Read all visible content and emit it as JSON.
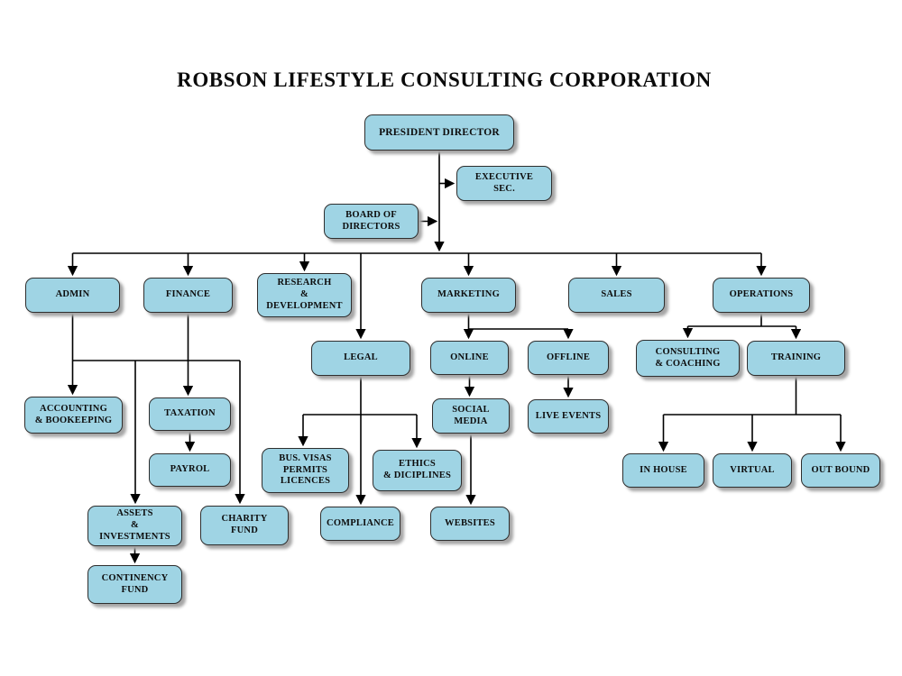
{
  "title": "ROBSON LIFESTYLE CONSULTING CORPORATION",
  "colors": {
    "box_fill": "#9fd4e4",
    "line": "#000000",
    "shadow": "#a6a6a6",
    "text": "#0d0d0d"
  },
  "nodes": {
    "president": {
      "label": "PRESIDENT DIRECTOR"
    },
    "exec_sec": {
      "label": "EXECUTIVE\nSEC."
    },
    "board": {
      "label": "BOARD OF\nDIRECTORS"
    },
    "admin": {
      "label": "ADMIN"
    },
    "finance": {
      "label": "FINANCE"
    },
    "rnd": {
      "label": "RESEARCH\n&\nDEVELOPMENT"
    },
    "marketing": {
      "label": "MARKETING"
    },
    "sales": {
      "label": "SALES"
    },
    "operations": {
      "label": "OPERATIONS"
    },
    "legal": {
      "label": "LEGAL"
    },
    "online": {
      "label": "ONLINE"
    },
    "offline": {
      "label": "OFFLINE"
    },
    "consulting": {
      "label": "CONSULTING\n& COACHING"
    },
    "training": {
      "label": "TRAINING"
    },
    "accounting": {
      "label": "ACCOUNTING\n& BOOKEEPING"
    },
    "taxation": {
      "label": "TAXATION"
    },
    "payrol": {
      "label": "PAYROL"
    },
    "social_media": {
      "label": "SOCIAL\nMEDIA"
    },
    "live_events": {
      "label": "LIVE EVENTS"
    },
    "bus_visas": {
      "label": "BUS. VISAS\nPERMITS\nLICENCES"
    },
    "ethics": {
      "label": "ETHICS\n& DICIPLINES"
    },
    "assets": {
      "label": "ASSETS\n&\nINVESTMENTS"
    },
    "charity": {
      "label": "CHARITY\nFUND"
    },
    "compliance": {
      "label": "COMPLIANCE"
    },
    "websites": {
      "label": "WEBSITES"
    },
    "continency": {
      "label": "CONTINENCY\nFUND"
    },
    "in_house": {
      "label": "IN HOUSE"
    },
    "virtual": {
      "label": "VIRTUAL"
    },
    "out_bound": {
      "label": "OUT BOUND"
    }
  },
  "structure": {
    "edges": [
      [
        "president",
        "exec_sec"
      ],
      [
        "president",
        "board"
      ],
      [
        "president",
        "admin"
      ],
      [
        "president",
        "finance"
      ],
      [
        "president",
        "rnd"
      ],
      [
        "president",
        "legal"
      ],
      [
        "president",
        "marketing"
      ],
      [
        "president",
        "sales"
      ],
      [
        "president",
        "operations"
      ],
      [
        "admin",
        "accounting"
      ],
      [
        "admin",
        "assets"
      ],
      [
        "admin",
        "charity"
      ],
      [
        "finance",
        "taxation"
      ],
      [
        "taxation",
        "payrol"
      ],
      [
        "assets",
        "continency"
      ],
      [
        "marketing",
        "online"
      ],
      [
        "marketing",
        "offline"
      ],
      [
        "online",
        "social_media"
      ],
      [
        "social_media",
        "websites"
      ],
      [
        "offline",
        "live_events"
      ],
      [
        "legal",
        "bus_visas"
      ],
      [
        "legal",
        "ethics"
      ],
      [
        "legal",
        "compliance"
      ],
      [
        "operations",
        "consulting"
      ],
      [
        "operations",
        "training"
      ],
      [
        "training",
        "in_house"
      ],
      [
        "training",
        "virtual"
      ],
      [
        "training",
        "out_bound"
      ]
    ]
  }
}
